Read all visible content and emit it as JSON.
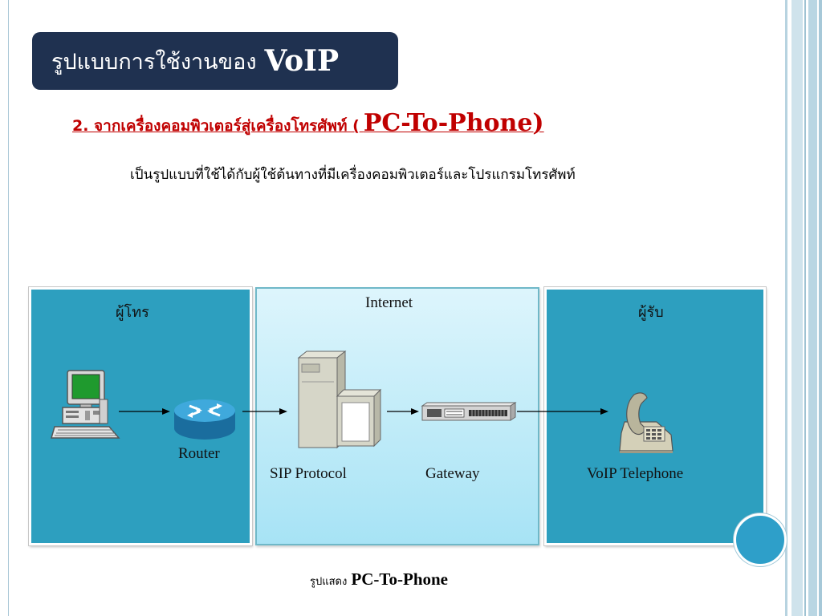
{
  "slide": {
    "title_thai": "รูปแบบการใช้งานของ",
    "title_en": "VoIP",
    "subtitle_thai": "2. จากเครื่องคอมพิวเตอร์สู่เครื่องโทรศัพท์ (",
    "subtitle_en": "PC-To-Phone)",
    "description": "เป็นรูปแบบที่ใช้ได้กับผู้ใช้ต้นทางที่มีเครื่องคอมพิวเตอร์และโปรแกรมโทรศัพท์",
    "caption_thai": "รูปแสดง",
    "caption_en": "PC-To-Phone"
  },
  "diagram": {
    "caller_label": "ผู้โทร",
    "internet_label": "Internet",
    "receiver_label": "ผู้รับ",
    "router_label": "Router",
    "sip_label": "SIP Protocol",
    "gateway_label": "Gateway",
    "phone_label": "VoIP Telephone"
  },
  "colors": {
    "title_bg": "#1f3150",
    "subtitle": "#c00000",
    "panel_side": "#2d9fbf",
    "panel_internet_top": "#ddf5fc",
    "panel_internet_bottom": "#a7e3f5",
    "accent_circle": "#2e9fc9"
  },
  "icons": [
    "computer-icon",
    "router-icon",
    "server-icon",
    "gateway-icon",
    "telephone-icon",
    "arrow-icon"
  ]
}
